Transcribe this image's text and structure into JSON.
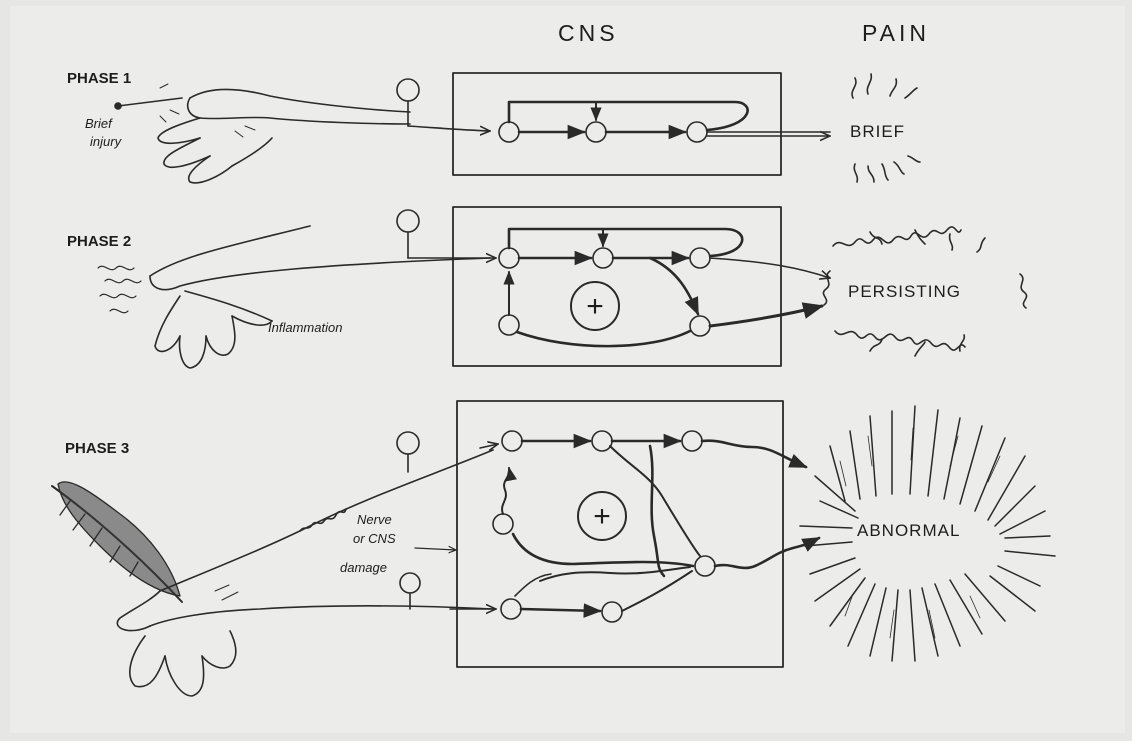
{
  "headers": {
    "cns": "CNS",
    "pain": "PAIN"
  },
  "phases": [
    {
      "label": "PHASE 1",
      "note_lines": [
        "Brief",
        "injury"
      ],
      "outcome": "BRIEF"
    },
    {
      "label": "PHASE 2",
      "note_lines": [
        "Inflammation"
      ],
      "outcome": "PERSISTING"
    },
    {
      "label": "PHASE 3",
      "note_lines": [
        "Nerve",
        "or CNS",
        "damage"
      ],
      "outcome": "ABNORMAL"
    }
  ],
  "plus_symbol": "+",
  "colors": {
    "background": "#ececea",
    "ink": "#2a2a2a"
  }
}
